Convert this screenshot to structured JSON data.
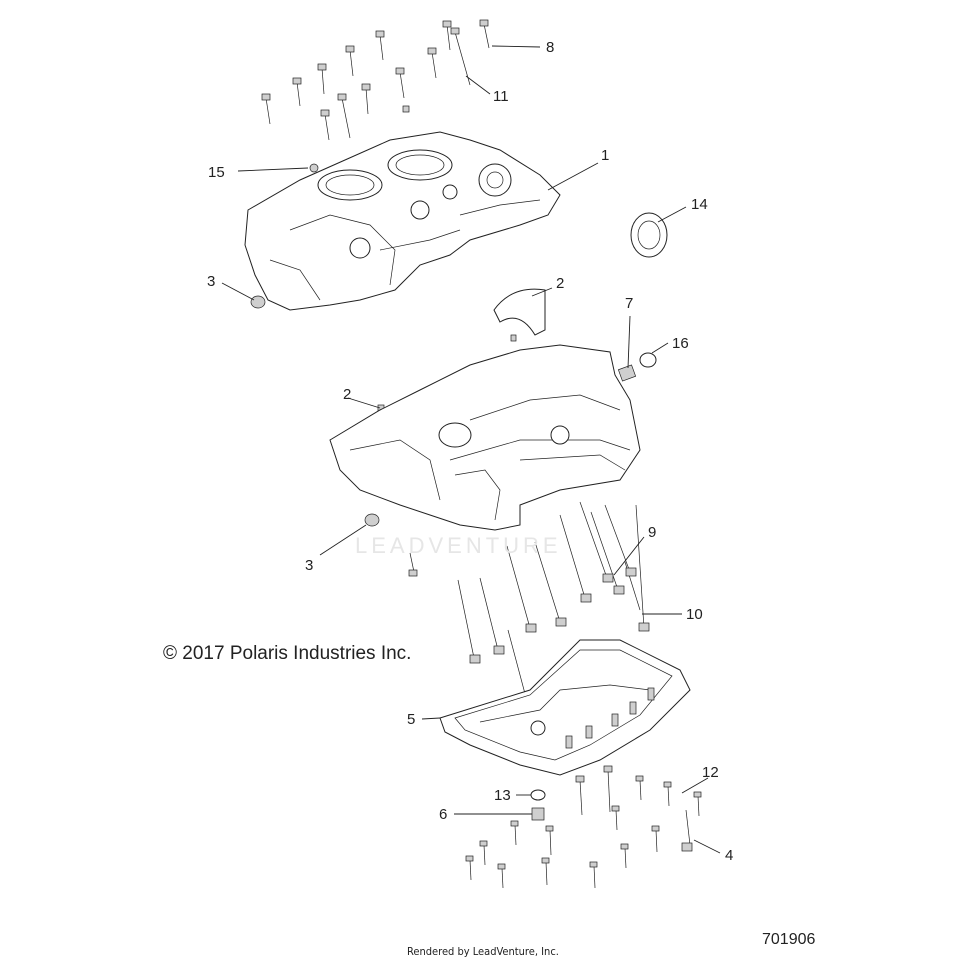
{
  "copyright": "© 2017 Polaris Industries Inc.",
  "rendered_by": "Rendered by LeadVenture, Inc.",
  "diagram_number": "701906",
  "watermark": "LEADVENTURE",
  "callouts": [
    {
      "id": "callout-1",
      "label": "1"
    },
    {
      "id": "callout-2-upper",
      "label": "2"
    },
    {
      "id": "callout-2-lower",
      "label": "2"
    },
    {
      "id": "callout-3-upper",
      "label": "3"
    },
    {
      "id": "callout-3-lower",
      "label": "3"
    },
    {
      "id": "callout-4",
      "label": "4"
    },
    {
      "id": "callout-5",
      "label": "5"
    },
    {
      "id": "callout-6",
      "label": "6"
    },
    {
      "id": "callout-7",
      "label": "7"
    },
    {
      "id": "callout-8",
      "label": "8"
    },
    {
      "id": "callout-9",
      "label": "9"
    },
    {
      "id": "callout-10",
      "label": "10"
    },
    {
      "id": "callout-11",
      "label": "11"
    },
    {
      "id": "callout-12",
      "label": "12"
    },
    {
      "id": "callout-13",
      "label": "13"
    },
    {
      "id": "callout-14",
      "label": "14"
    },
    {
      "id": "callout-15",
      "label": "15"
    },
    {
      "id": "callout-16",
      "label": "16"
    }
  ]
}
